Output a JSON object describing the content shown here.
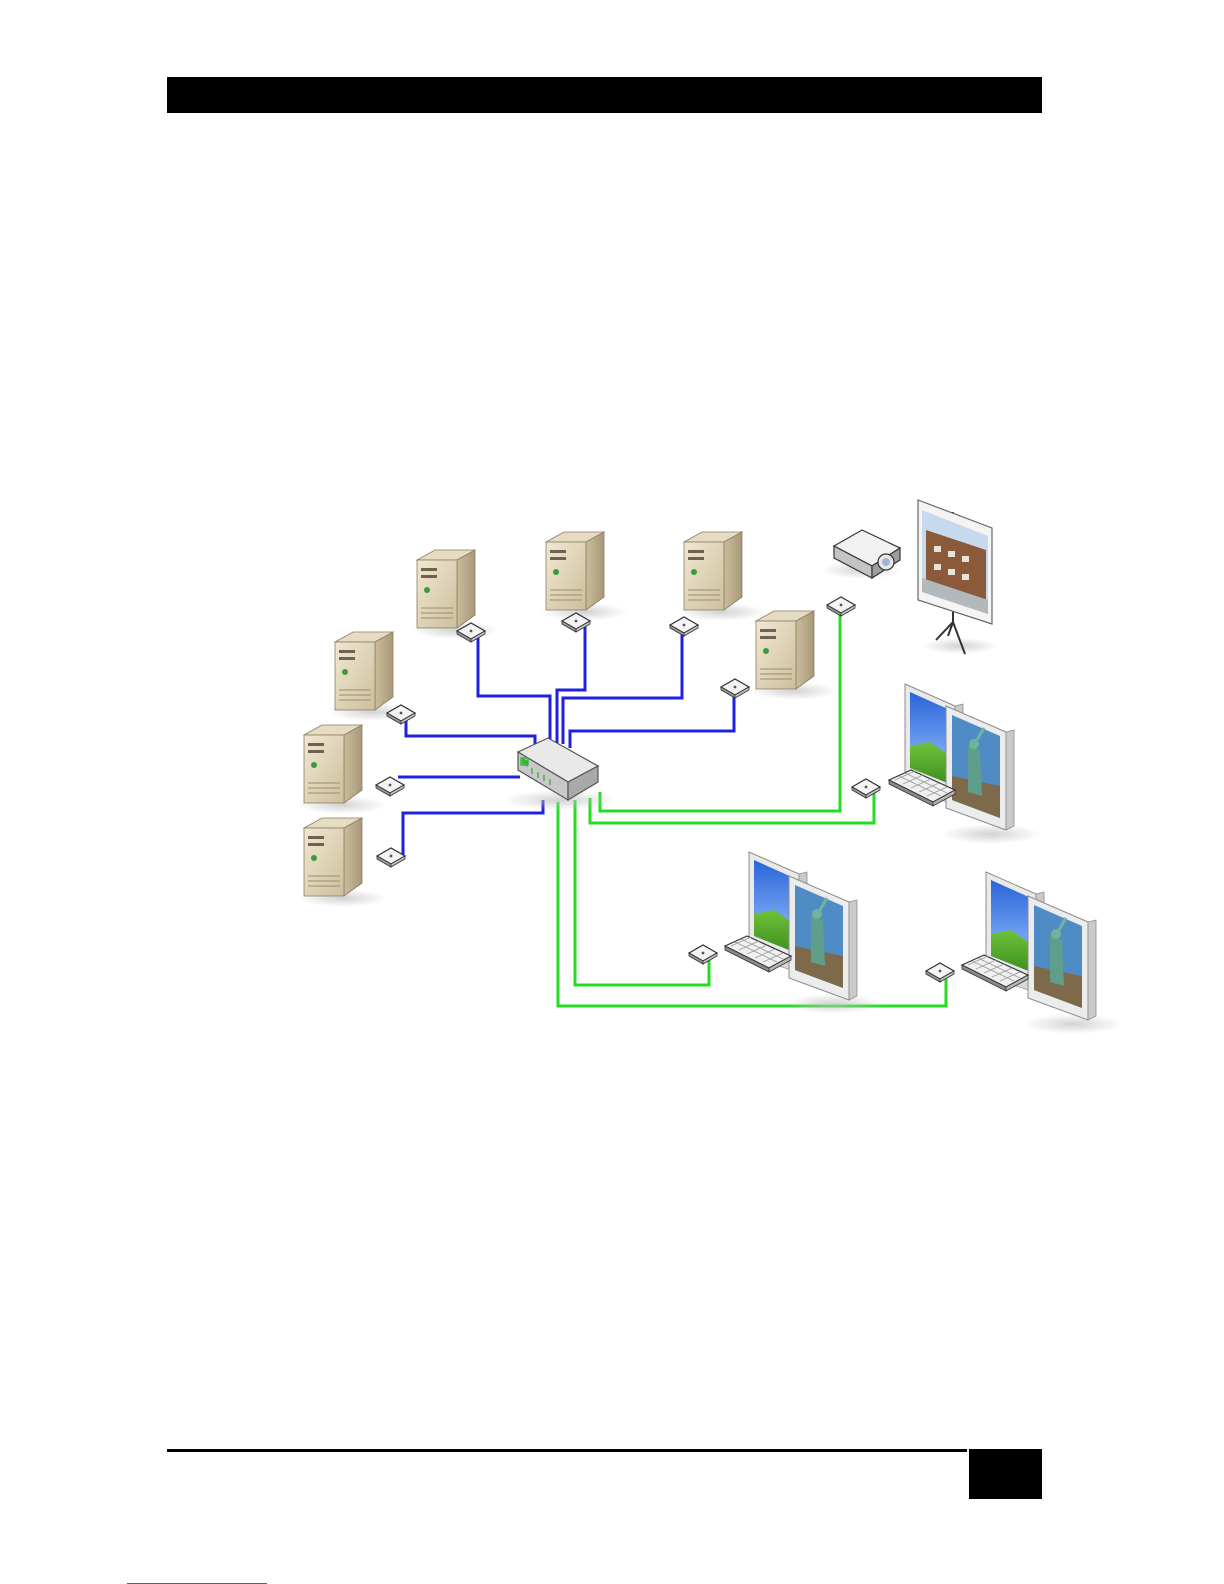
{
  "header": {
    "bar_color": "#000000"
  },
  "diagram": {
    "hub": {
      "name": "kvm-switch"
    },
    "cable_colors": {
      "computer_link": "#2020e0",
      "user_link": "#22dd22"
    },
    "computers": [
      {
        "name": "server-1"
      },
      {
        "name": "server-2"
      },
      {
        "name": "server-3"
      },
      {
        "name": "server-4"
      },
      {
        "name": "server-5"
      },
      {
        "name": "server-6"
      },
      {
        "name": "server-7"
      }
    ],
    "user_stations": [
      {
        "name": "projector-station"
      },
      {
        "name": "workstation-1"
      },
      {
        "name": "workstation-2"
      },
      {
        "name": "workstation-3"
      }
    ]
  },
  "footer": {
    "page_box_color": "#000000"
  }
}
